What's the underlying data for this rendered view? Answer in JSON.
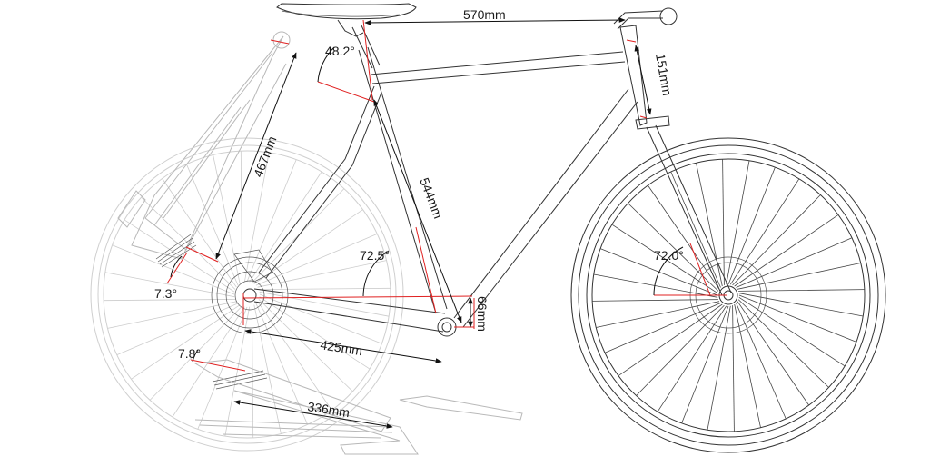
{
  "diagram": {
    "colors": {
      "frame": "#333333",
      "ghost": "#cfcfcf",
      "annotation": "#e02020",
      "dimension": "#111111"
    },
    "dimensions": {
      "top_tube": "570mm",
      "head_tube": "151mm",
      "seat_stay": "467mm",
      "seat_tube": "544mm",
      "chainstay": "425mm",
      "bb_drop": "66mm",
      "folded_length": "336mm"
    },
    "angles": {
      "seat_angle_top": "48.2°",
      "seat_tube_angle": "72.5°",
      "head_tube_angle": "72.0°",
      "rear_drop_angle": "7.3°",
      "lower_angle": "7.8°"
    }
  }
}
